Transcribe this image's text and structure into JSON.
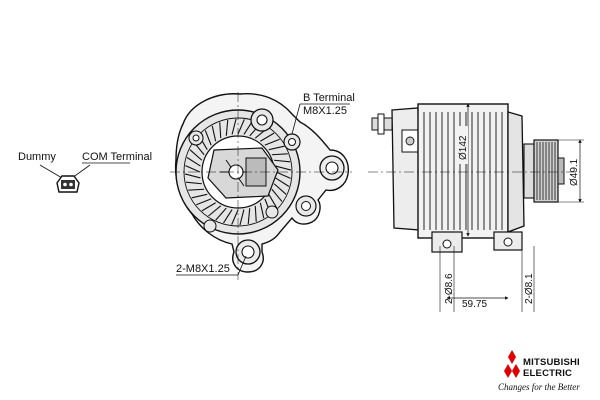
{
  "connector_labels": {
    "dummy": "Dummy",
    "com_terminal": "COM Terminal"
  },
  "front_view_labels": {
    "b_terminal_title": "B Terminal",
    "b_terminal_thread": "M8X1.25",
    "mount_bolts": "2-M8X1.25"
  },
  "side_view_dimensions": {
    "body_diameter": "Ø142",
    "pulley_diameter": "Ø49.1",
    "hole_left": "2-Ø8.6",
    "hole_right": "2-Ø8.1",
    "mount_span": "59.75"
  },
  "logo": {
    "line1": "MITSUBISHI",
    "line2": "ELECTRIC",
    "tagline": "Changes for the Better"
  },
  "colors": {
    "ink": "#111111",
    "background": "#ffffff"
  }
}
